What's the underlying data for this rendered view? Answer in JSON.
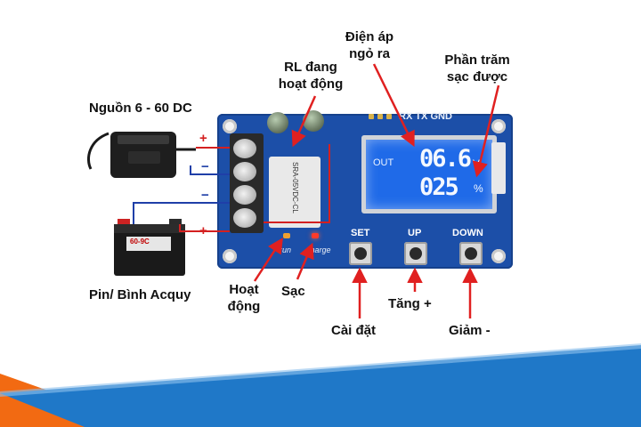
{
  "labels": {
    "power_source": "Nguồn 6 - 60 DC",
    "battery": "Pin/ Bình Acquy",
    "relay_active": "RL đang hoạt động",
    "output_voltage": "Điện áp ngỏ ra",
    "charge_percent": "Phần trăm sạc được",
    "running_line1": "Hoạt",
    "running_line2": "động",
    "charging": "Sạc",
    "setup": "Cài đặt",
    "increase": "Tăng +",
    "decrease": "Giảm -"
  },
  "board": {
    "header_pins": "RX TX GND",
    "lcd_out": "OUT",
    "lcd_voltage": "06.6",
    "lcd_voltage_unit": "V",
    "lcd_percent": "025",
    "lcd_percent_unit": "%",
    "btn_set": "SET",
    "btn_up": "UP",
    "btn_down": "DOWN",
    "led_run": "run",
    "led_charge": "charge",
    "relay_text": "SRA-05VDC-CL",
    "plus": "+",
    "minus": "−"
  },
  "battery_label": "60-9C",
  "colors": {
    "arrow": "#e02020",
    "wire_red": "#d42020",
    "wire_blue": "#1f3fa8",
    "board": "#1c4fa8",
    "lcd": "#1f6ae8",
    "footer_blue": "#1f78c8",
    "footer_orange": "#f26a12"
  }
}
